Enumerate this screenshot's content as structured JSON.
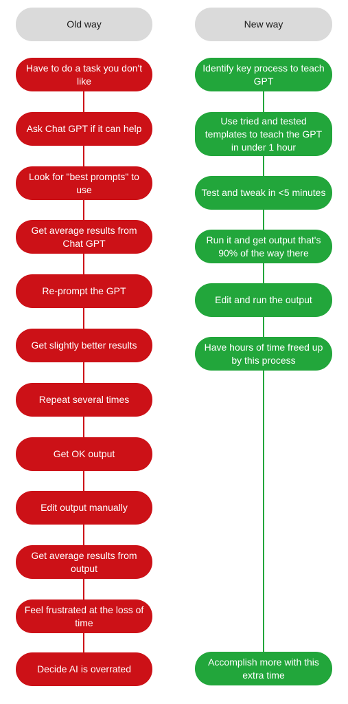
{
  "colors": {
    "header_bg": "#dadada",
    "old_bg": "#cc1117",
    "new_bg": "#22a63b",
    "old_line": "#cc1117",
    "new_line": "#22a63b"
  },
  "old_column": {
    "header": "Old way",
    "steps": [
      "Have to do a task you don't like",
      "Ask Chat GPT if it can help",
      "Look for \"best prompts\" to use",
      "Get average results from Chat GPT",
      "Re-prompt the GPT",
      "Get slightly better results",
      "Repeat several times",
      "Get OK output",
      "Edit output manually",
      "Get average results from output",
      "Feel frustrated at the loss of time",
      "Decide AI is overrated"
    ]
  },
  "new_column": {
    "header": "New way",
    "steps": [
      "Identify key process to teach GPT",
      "Use tried and tested templates to teach the GPT in under 1 hour",
      "Test and tweak in <5 minutes",
      "Run it and get output that's 90% of the way there",
      "Edit and run the output",
      "Have hours of time freed up by this process",
      "Accomplish more with this extra time"
    ]
  }
}
